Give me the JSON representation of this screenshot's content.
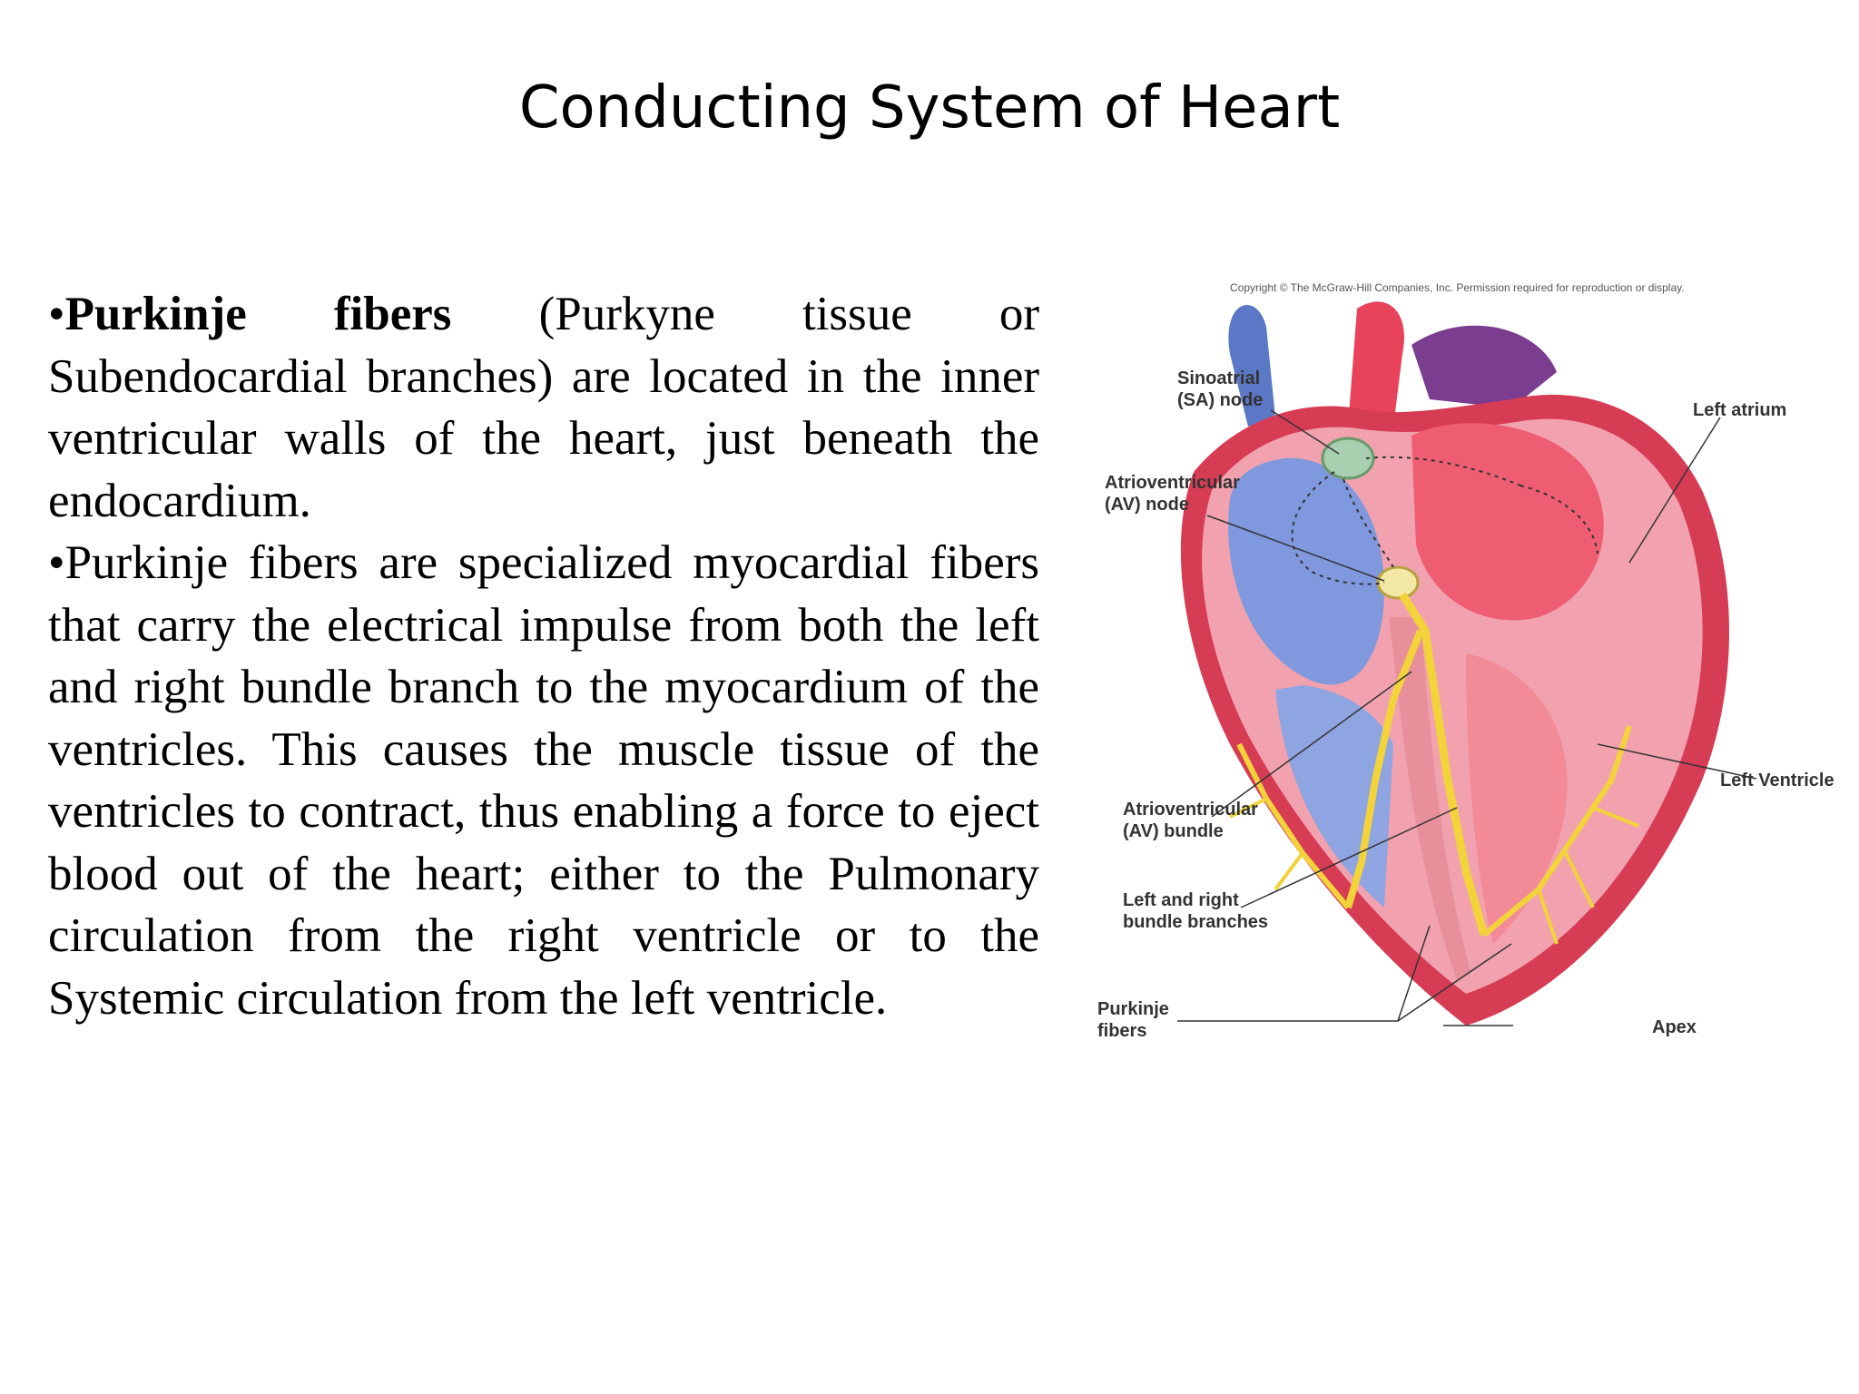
{
  "slide": {
    "title": "Conducting System of Heart"
  },
  "content": {
    "bullet1": {
      "marker": "•",
      "bold": "Purkinje fibers",
      "text": " (Purkyne tissue or Subendocardial branches) are located in the inner ventricular walls of the heart, just beneath the endocardium."
    },
    "bullet2": {
      "marker": "•",
      "text": "Purkinje fibers are specialized myocardial fibers that carry the electrical impulse from both the left and right bundle branch to the myocardium of the ventricles. This causes the muscle tissue of the ventricles to contract, thus enabling a force to eject blood out of the heart; either to the Pulmonary circulation from the right ventricle or to the Systemic circulation from the left ventricle."
    }
  },
  "figure": {
    "copyright": "Copyright © The McGraw-Hill Companies, Inc. Permission required for reproduction or display.",
    "labels": {
      "sa_node": "Sinoatrial\n(SA) node",
      "av_node": "Atrioventricular\n(AV) node",
      "av_bundle": "Atrioventricular\n(AV) bundle",
      "bundle_branches": "Left and right\nbundle branches",
      "purkinje": "Purkinje\nfibers",
      "left_atrium": "Left atrium",
      "left_ventricle": "Left Ventricle",
      "apex": "Apex"
    }
  }
}
